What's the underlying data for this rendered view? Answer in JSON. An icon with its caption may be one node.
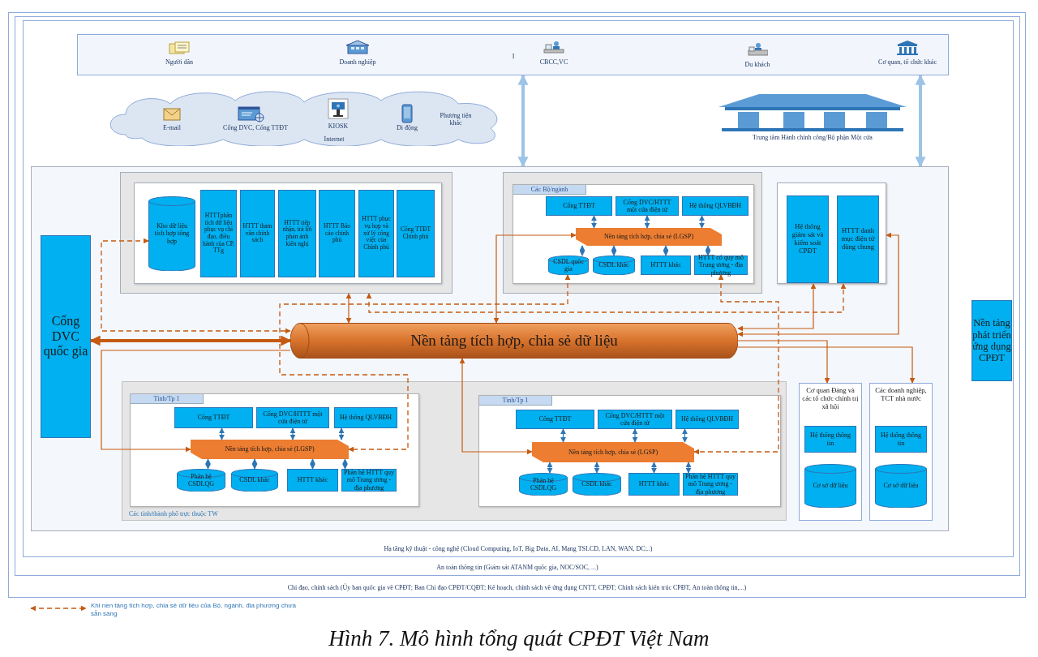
{
  "diagram": {
    "caption": "Hình 7. Mô hình tổng quát CPĐT Việt Nam",
    "nodes": [
      {
        "text": [
          "Chỉ đạo, chính sách (Ủy ban quốc gia về CPĐT; Ban Chỉ đạo CPĐT/CQĐT; Kế hoạch, chính sách về ứng dụng CNTT, CPĐT; Chính sách kiến trúc CPĐT, An toàn thông tin,...)"
        ]
      },
      {
        "text": [
          "An toàn thông tin (Giám sát ATANM quốc gia, NOC/SOC, ...)"
        ],
        "in": 0
      },
      {
        "text": [
          "Hạ tầng kỹ thuật - công nghệ (Cloud Computing, IoT, Big Data, AI, Mạng TSLCD, LAN, WAN, DC;..)"
        ],
        "in": 1
      },
      {
        "text": [
          "Người dân",
          "Doanh nghiệp",
          "I",
          "CBCC,VC",
          "Du khách",
          "Cơ quan, tổ chức khác"
        ],
        "in": 2
      },
      {
        "text": [
          "E-mail",
          "Cổng DVC, Cổng TTĐT",
          "KIOSK",
          "Di động",
          "Phương tiện khác",
          "Internet"
        ],
        "in": 2
      },
      {
        "text": [
          "Trung tâm Hành chính công/Bộ phận Một cửa"
        ],
        "in": 2
      },
      {
        "text": [],
        "shape": "box",
        "in": 2
      },
      {
        "text": [
          "Cổng DVC quốc gia"
        ],
        "in": 6
      },
      {
        "text": [],
        "shape": "box",
        "in": 6
      },
      {
        "text": [],
        "shape": "box",
        "in": 8
      },
      {
        "text": [
          "Kho dữ liệu tích hợp tổng hợp"
        ],
        "in": 9
      },
      {
        "text": [
          "HTTTphân tích dữ liệu phục vụ chỉ đạo, điều hành của CP, TTg"
        ],
        "in": 9
      },
      {
        "text": [
          "HTTT tham vấn chính sách"
        ],
        "in": 9
      },
      {
        "text": [
          "HTTT tiếp nhận, trả lời phản ánh kiến nghị"
        ],
        "in": 9
      },
      {
        "text": [
          "HTTT Báo cáo chính phủ"
        ],
        "in": 9
      },
      {
        "text": [
          "HTTT phục vụ họp và xử lý công việc của Chính phủ"
        ],
        "in": 9
      },
      {
        "text": [
          "Cổng TTĐT Chính phủ"
        ],
        "in": 9
      },
      {
        "text": [],
        "shape": "box",
        "in": 6
      },
      {
        "text": [
          "Các Bộ/ngành"
        ],
        "in": 17
      },
      {
        "text": [
          "Cổng TTĐT"
        ],
        "in": 18
      },
      {
        "text": [
          "Cổng DVC/HTTT một cửa điện tử"
        ],
        "in": 18
      },
      {
        "text": [
          "Hệ thống QLVBĐH"
        ],
        "in": 18
      },
      {
        "text": [
          "Nền tảng tích hợp, chia sẻ (LGSP)"
        ],
        "in": 18
      },
      {
        "text": [
          "CSDL quốc gia"
        ],
        "in": 18
      },
      {
        "text": [
          "CSDL khác"
        ],
        "in": 18
      },
      {
        "text": [
          "HTTT khác"
        ],
        "in": 18
      },
      {
        "text": [
          "HTTT có quy mô Trung ương - địa phương"
        ],
        "in": 18
      },
      {
        "text": [],
        "shape": "box",
        "in": 6
      },
      {
        "text": [
          "Hệ thống giám sát và kiểm soát CPĐT"
        ],
        "in": 27
      },
      {
        "text": [
          "HTTT danh mục điện tử dùng chung"
        ],
        "in": 27
      },
      {
        "text": [
          "Nền tảng tích hợp, chia sẻ dữ liệu"
        ],
        "in": 6
      },
      {
        "text": [
          "Các tỉnh/thành phố trực thuộc TW"
        ],
        "in": 6
      },
      {
        "text": [
          "Tỉnh/Tp 1"
        ],
        "in": 31
      },
      {
        "text": [
          "Cổng TTĐT"
        ],
        "in": 32
      },
      {
        "text": [
          "Cổng DVC/HTTT một cửa điện tử"
        ],
        "in": 32
      },
      {
        "text": [
          "Hệ thống QLVBĐH"
        ],
        "in": 32
      },
      {
        "text": [
          "Nền tảng tích hợp, chia sẻ (LGSP)"
        ],
        "in": 32
      },
      {
        "text": [
          "Phân hệ CSDLQG"
        ],
        "in": 32
      },
      {
        "text": [
          "CSDL khác"
        ],
        "in": 32
      },
      {
        "text": [
          "HTTT khác"
        ],
        "in": 32
      },
      {
        "text": [
          "Phân hệ HTTT quy mô Trung ương - địa phương"
        ],
        "in": 32
      },
      {
        "text": [
          "Tỉnh/Tp 1"
        ],
        "in": 31
      },
      {
        "text": [
          "Cổng TTĐT"
        ],
        "in": 41
      },
      {
        "text": [
          "Cổng DVC/HTTT một cửa điện tử"
        ],
        "in": 41
      },
      {
        "text": [
          "Hệ thống QLVBĐH"
        ],
        "in": 41
      },
      {
        "text": [
          "Nền tảng tích hợp, chia sẻ (LGSP)"
        ],
        "in": 41
      },
      {
        "text": [
          "Phân hệ CSDLQG"
        ],
        "in": 41
      },
      {
        "text": [
          "CSDL khác"
        ],
        "in": 41
      },
      {
        "text": [
          "HTTT khác"
        ],
        "in": 41
      },
      {
        "text": [
          "Phân hệ HTTT quy mô Trung ương - địa phương"
        ],
        "in": 41
      },
      {
        "text": [
          "Cơ quan Đảng và các tổ chức chính trị xã hội"
        ],
        "in": 6
      },
      {
        "text": [
          "Hệ thống thông tin"
        ],
        "in": 50
      },
      {
        "text": [
          "Cơ sở dữ liệu"
        ],
        "in": 50
      },
      {
        "text": [
          "Các doanh nghiệp, TCT nhà nước"
        ],
        "in": 6
      },
      {
        "text": [
          "Hệ thống thông tin"
        ],
        "in": 53
      },
      {
        "text": [
          "Cơ sở dữ liệu"
        ],
        "in": 53
      },
      {
        "text": [
          "Nền tảng phát triển ứng dụng CPĐT"
        ],
        "in": 2
      }
    ],
    "edges": [
      {
        "from": 3,
        "to": 6,
        "arrow": "both",
        "style": "thick",
        "color": "#9dc3e6"
      },
      {
        "from": 3,
        "to": 6,
        "arrow": "both",
        "style": "thick",
        "color": "#9dc3e6"
      },
      {
        "from": 22,
        "to": 19,
        "arrow": "both"
      },
      {
        "from": 22,
        "to": 20,
        "arrow": "both"
      },
      {
        "from": 22,
        "to": 21,
        "arrow": "both"
      },
      {
        "from": 22,
        "to": 23,
        "arrow": "both"
      },
      {
        "from": 22,
        "to": 24,
        "arrow": "both"
      },
      {
        "from": 22,
        "to": 25,
        "arrow": "both"
      },
      {
        "from": 22,
        "to": 26,
        "arrow": "both"
      },
      {
        "from": 36,
        "to": 33,
        "arrow": "both"
      },
      {
        "from": 36,
        "to": 34,
        "arrow": "both"
      },
      {
        "from": 36,
        "to": 35,
        "arrow": "both"
      },
      {
        "from": 36,
        "to": 37,
        "arrow": "both"
      },
      {
        "from": 36,
        "to": 38,
        "arrow": "both"
      },
      {
        "from": 36,
        "to": 39,
        "arrow": "both"
      },
      {
        "from": 36,
        "to": 40,
        "arrow": "both"
      },
      {
        "from": 45,
        "to": 42,
        "arrow": "both"
      },
      {
        "from": 45,
        "to": 43,
        "arrow": "both"
      },
      {
        "from": 45,
        "to": 44,
        "arrow": "both"
      },
      {
        "from": 45,
        "to": 46,
        "arrow": "both"
      },
      {
        "from": 45,
        "to": 47,
        "arrow": "both"
      },
      {
        "from": 45,
        "to": 48,
        "arrow": "both"
      },
      {
        "from": 45,
        "to": 49,
        "arrow": "both"
      },
      {
        "from": 7,
        "to": 30,
        "arrow": "both",
        "style": "thick",
        "color": "#c55a11"
      },
      {
        "from": 10,
        "to": 30,
        "arrow": "both",
        "style": "dashed",
        "color": "#c55a11"
      },
      {
        "from": 30,
        "to": 36,
        "arrow": "to",
        "color": "#c55a11"
      },
      {
        "from": 8,
        "to": 30,
        "arrow": "both",
        "color": "#c55a11"
      },
      {
        "from": 8,
        "to": 27,
        "arrow": "both",
        "style": "dashed",
        "color": "#c55a11"
      },
      {
        "from": 23,
        "to": 36,
        "arrow": "both",
        "style": "dashed",
        "color": "#c55a11"
      },
      {
        "from": 26,
        "to": 45,
        "arrow": "both",
        "style": "dashed",
        "color": "#c55a11"
      },
      {
        "from": 30,
        "to": 22,
        "arrow": "both",
        "color": "#c55a11"
      },
      {
        "from": 27,
        "to": 30,
        "arrow": "both",
        "color": "#c55a11"
      },
      {
        "from": 27,
        "to": 30,
        "arrow": "both",
        "color": "#c55a11"
      },
      {
        "from": 30,
        "to": 50,
        "arrow": "to",
        "color": "#c55a11"
      },
      {
        "from": 30,
        "to": 53,
        "arrow": "to",
        "color": "#c55a11"
      },
      {
        "from": 30,
        "to": 45,
        "arrow": "both",
        "color": "#c55a11"
      }
    ],
    "legend": [
      {
        "text": "Khi nền tảng tích hợp, chia sẻ dữ liệu của Bộ, ngành, địa phương chưa sẵn sàng"
      }
    ]
  }
}
